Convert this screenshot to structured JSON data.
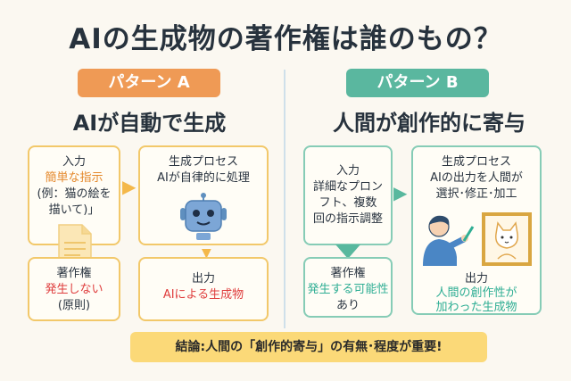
{
  "title": "AIの生成物の著作権は誰のもの？",
  "pattern_a": {
    "label": "パターン A",
    "heading": "AIが自動で生成",
    "input_box": {
      "title": "入力",
      "highlight": "簡単な指示",
      "detail_line1": "(例：猫の絵を",
      "detail_line2": "描いて)」"
    },
    "process_box": {
      "title": "生成プロセス",
      "detail": "AIが自律的に処理"
    },
    "copyright_box": {
      "title": "著作権",
      "highlight": "発生しない",
      "detail": "(原則)"
    },
    "output_box": {
      "title": "出力",
      "highlight": "AIによる生成物"
    }
  },
  "pattern_b": {
    "label": "パターン B",
    "heading": "人間が創作的に寄与",
    "input_box": {
      "title": "入力",
      "line1": "詳細なプロン",
      "line2": "フト、複数",
      "line3": "回の指示調整"
    },
    "process_box": {
      "title": "生成プロセス",
      "line1": "AIの出力を人間が",
      "line2": "選択･修正･加工"
    },
    "copyright_box": {
      "title": "著作権",
      "highlight": "発生する可能性",
      "detail": "あり"
    },
    "output_box": {
      "title": "出力",
      "line1": "人間の創作性が",
      "line2": "加わった生成物"
    }
  },
  "conclusion": "結論:人間の「創作的寄与」の有無･程度が重要!",
  "icons": {
    "robot": "robot-icon",
    "document": "document-icon",
    "person_painting": "person-painting-icon",
    "cat_picture": "cat-picture-icon"
  },
  "colors": {
    "pattern_a": "#ef9a55",
    "pattern_b": "#5ab79f",
    "box_border_a": "#f2c86a",
    "box_border_b": "#86ccb6",
    "negative": "#df3d3d",
    "positive": "#2fae94",
    "conclusion_bg": "#fbd978"
  }
}
